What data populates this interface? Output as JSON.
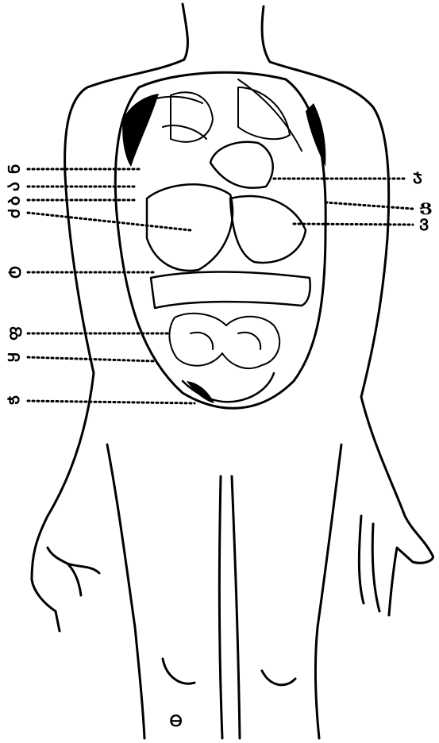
{
  "diagram": {
    "labels_left": [
      "Ნ",
      "Ა",
      "Ბ",
      "Ძ",
      "Ტ",
      "Ფ",
      "Ყ",
      "Ჭ"
    ],
    "labels_right": [
      "Ჯ",
      "Ց",
      "Ვ"
    ],
    "label_bottom": "Ꮎ",
    "ink_color": "#000000",
    "paper_color": "#ffffff"
  }
}
